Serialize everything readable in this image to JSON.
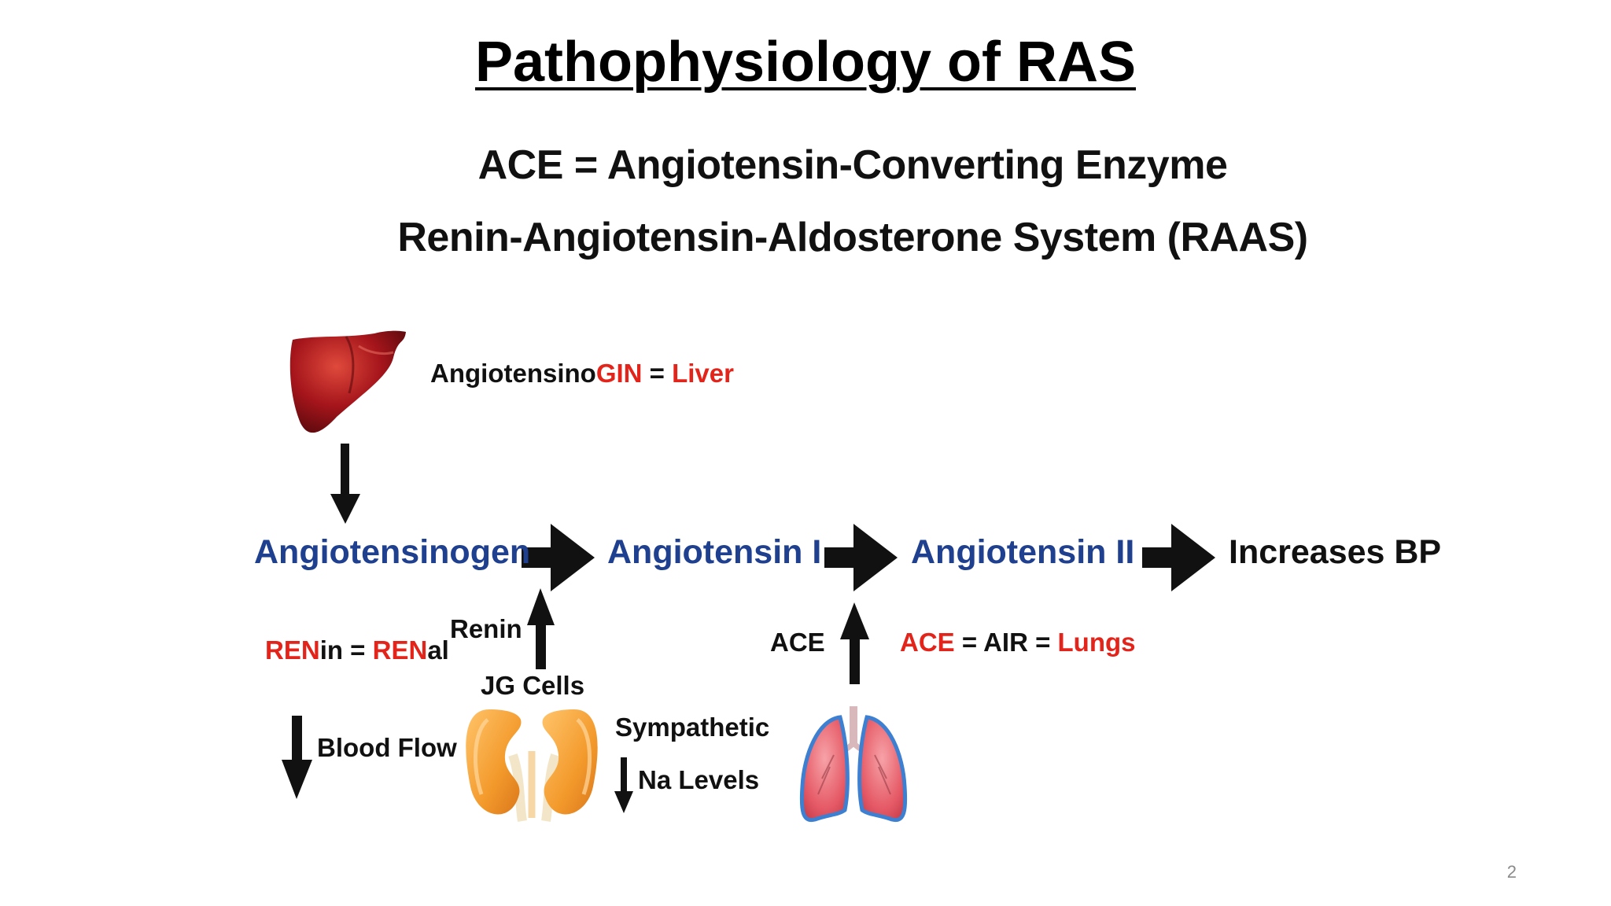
{
  "slide": {
    "title": "Pathophysiology of RAS",
    "subtitle_1": "ACE = Angiotensin-Converting Enzyme",
    "subtitle_2": "Renin-Angiotensin-Aldosterone System (RAAS)",
    "page_number": "2"
  },
  "liver_note": {
    "prefix": "Angiotensino",
    "highlight": "GIN",
    "equals": " = ",
    "organ": "Liver"
  },
  "pathway": {
    "step_1": "Angiotensinogen",
    "step_2": "Angiotensin I",
    "step_3": "Angiotensin II",
    "outcome": "Increases BP"
  },
  "renin_note": {
    "part1_red": "REN",
    "part1_black": "in",
    "equals": " = ",
    "part2_red": "REN",
    "part2_black": "al"
  },
  "kidney_labels": {
    "renin": "Renin",
    "jg_cells": "JG Cells",
    "blood_flow": "Blood Flow",
    "sympathetic": "Sympathetic",
    "na_levels": "Na Levels"
  },
  "lung_labels": {
    "ace": "ACE",
    "note_red_1": "ACE",
    "note_mid": " = AIR = ",
    "note_red_2": "Lungs"
  },
  "colors": {
    "accent_red": "#e3241b",
    "node_navy": "#1f3f8f",
    "liver": "#a5151b",
    "kidney": "#f39a2c",
    "lung": "#e55a66",
    "lung_outline": "#3d7fd0"
  }
}
